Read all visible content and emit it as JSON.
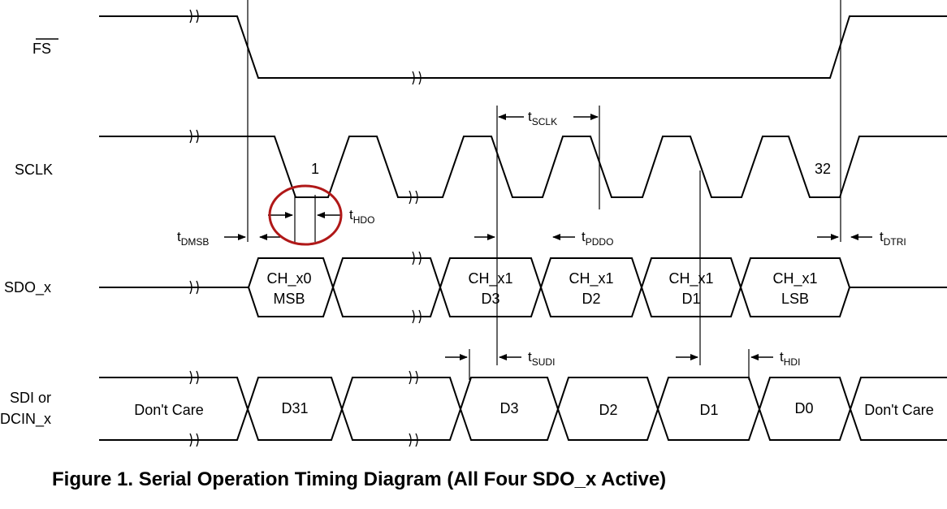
{
  "signals": {
    "fs": "FS",
    "sclk": "SCLK",
    "sdo": "SDO_x",
    "sdi_line1": "SDI or",
    "sdi_line2": "DCIN_x"
  },
  "sclk_edges": {
    "first": "1",
    "last": "32"
  },
  "sdo_cells": [
    {
      "line1": "CH_x0",
      "line2": "MSB"
    },
    {
      "line1": "CH_x1",
      "line2": "D3"
    },
    {
      "line1": "CH_x1",
      "line2": "D2"
    },
    {
      "line1": "CH_x1",
      "line2": "D1"
    },
    {
      "line1": "CH_x1",
      "line2": "LSB"
    }
  ],
  "sdi_cells": [
    "Don't Care",
    "D31",
    "D3",
    "D2",
    "D1",
    "D0",
    "Don't Care"
  ],
  "timing": {
    "tsclk": {
      "t": "t",
      "sub": "SCLK"
    },
    "thdo": {
      "t": "t",
      "sub": "HDO"
    },
    "tdmsb": {
      "t": "t",
      "sub": "DMSB"
    },
    "tpddo": {
      "t": "t",
      "sub": "PDDO"
    },
    "tdtri": {
      "t": "t",
      "sub": "DTRI"
    },
    "tsudi": {
      "t": "t",
      "sub": "SUDI"
    },
    "thdi": {
      "t": "t",
      "sub": "HDI"
    }
  },
  "caption": "Figure 1.  Serial Operation Timing Diagram (All Four SDO_x Active)",
  "colors": {
    "highlight": "#b01818",
    "line": "#000000"
  }
}
